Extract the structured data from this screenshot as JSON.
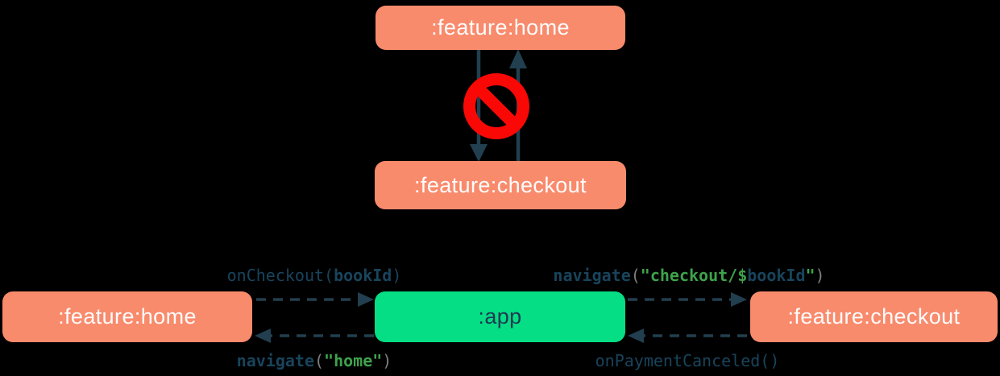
{
  "diagram": {
    "background": "#000000",
    "colors": {
      "feature_module_box": "#F98B6D",
      "app_module_box": "#05DE84",
      "arrow": "#223F4F",
      "box_text_light": "#FCFCFC",
      "box_text_dark": "#1D3A52",
      "code_dark": "#18445C",
      "code_string_green": "#3EA24B",
      "code_paren_gray": "#7F7F7F",
      "forbidden_red": "#F90805"
    },
    "top": {
      "home_label": ":feature:home",
      "checkout_label": ":feature:checkout",
      "forbidden_icon": "no-entry-icon"
    },
    "bottom": {
      "home_label": ":feature:home",
      "app_label": ":app",
      "checkout_label": ":feature:checkout",
      "labels": {
        "on_checkout": {
          "text": "onCheckout(bookId)",
          "tokens": [
            {
              "t": "onCheckout(",
              "c": "tk-dark"
            },
            {
              "t": "bookId",
              "c": "tk-dark-b"
            },
            {
              "t": ")",
              "c": "tk-dark"
            }
          ]
        },
        "nav_home": {
          "text": "navigate(\"home\")",
          "tokens": [
            {
              "t": "navigate",
              "c": "tk-dark-b"
            },
            {
              "t": "(",
              "c": "tk-gray"
            },
            {
              "t": "\"home\"",
              "c": "tk-green-b"
            },
            {
              "t": ")",
              "c": "tk-gray"
            }
          ]
        },
        "nav_checkout": {
          "text": "navigate(\"checkout/$bookId\")",
          "tokens": [
            {
              "t": "navigate",
              "c": "tk-dark-b"
            },
            {
              "t": "(",
              "c": "tk-gray"
            },
            {
              "t": "\"checkout/",
              "c": "tk-green-b"
            },
            {
              "t": "$",
              "c": "tk-green-b"
            },
            {
              "t": "bookId",
              "c": "tk-dark-b"
            },
            {
              "t": "\"",
              "c": "tk-green-b"
            },
            {
              "t": ")",
              "c": "tk-gray"
            }
          ]
        },
        "on_payment": {
          "text": "onPaymentCanceled()",
          "tokens": [
            {
              "t": "onPaymentCanceled()",
              "c": "tk-dark"
            }
          ]
        }
      }
    }
  }
}
